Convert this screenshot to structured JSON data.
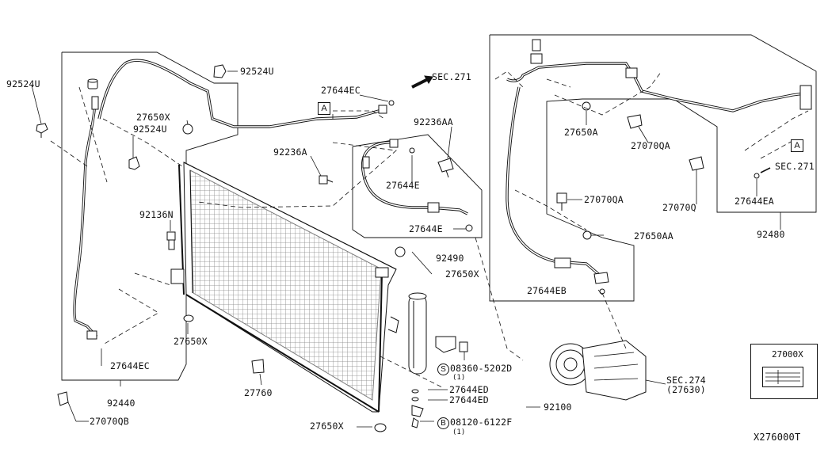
{
  "labels": {
    "p92524U_left": "92524U",
    "p92524U_top": "92524U",
    "p27650X_top": "27650X",
    "p92524U_mid": "92524U",
    "p27644EC_top": "27644EC",
    "sec271_top": "SEC.271",
    "p92236AA": "92236AA",
    "p92236A": "92236A",
    "p27644E": "27644E",
    "p92136N": "92136N",
    "p27644E_2": "27644E",
    "p92490": "92490",
    "p27650X_mid": "27650X",
    "p27650X_low": "27650X",
    "p27644EC_low": "27644EC",
    "p92440": "92440",
    "p27070QB": "27070QB",
    "p27760": "27760",
    "p27650X_bottom": "27650X",
    "bolt_s": "08360-5202D",
    "bolt_s_qty": "(1)",
    "p27644ED_1": "27644ED",
    "p27644ED_2": "27644ED",
    "p92100": "92100",
    "bolt_b": "08120-6122F",
    "bolt_b_qty": "(1)",
    "p27650A": "27650A",
    "p27070QA_1": "27070QA",
    "p27070QA_2": "27070QA",
    "p27070Q": "27070Q",
    "p27650AA": "27650AA",
    "p27644EB": "27644EB",
    "sec271_right": "SEC.271",
    "p27644EA": "27644EA",
    "p92480": "92480",
    "sec274": "SEC.274",
    "sec274_sub": "(27630)",
    "p27000X": "27000X",
    "diagram_code": "X276000T"
  },
  "markers": {
    "ref_a_1": "A",
    "ref_a_2": "A",
    "bolt_s_symbol": "S",
    "bolt_b_symbol": "B"
  }
}
